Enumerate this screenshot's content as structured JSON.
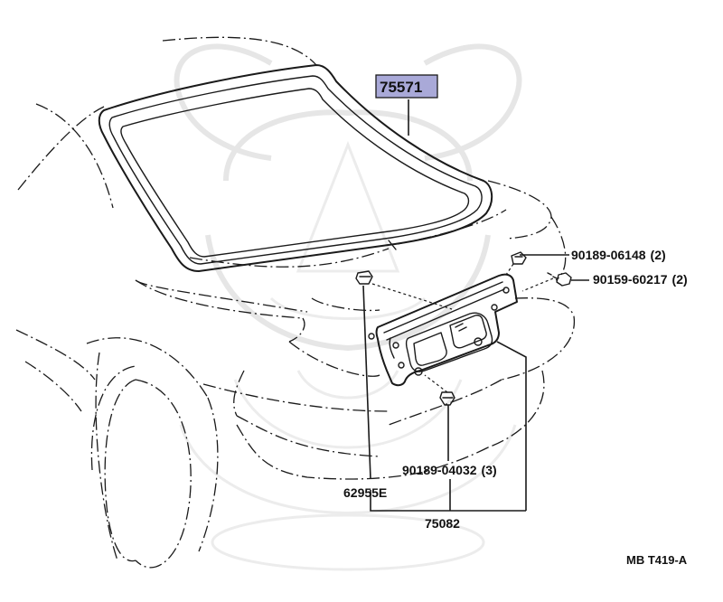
{
  "diagram": {
    "highlight_color": "#a9a9d8",
    "parts": [
      {
        "id": "back-window-glass",
        "number": "75571",
        "highlighted": true
      },
      {
        "id": "clip-upper",
        "number": "90189-06148",
        "qty": "(2)"
      },
      {
        "id": "screw",
        "number": "90159-60217",
        "qty": "(2)"
      },
      {
        "id": "clip-lower",
        "number": "90189-04032",
        "qty": "(3)"
      },
      {
        "id": "grommet",
        "number": "62955E"
      },
      {
        "id": "license-plate-bracket",
        "number": "75082"
      }
    ],
    "reference_code": "MB T419-A"
  }
}
